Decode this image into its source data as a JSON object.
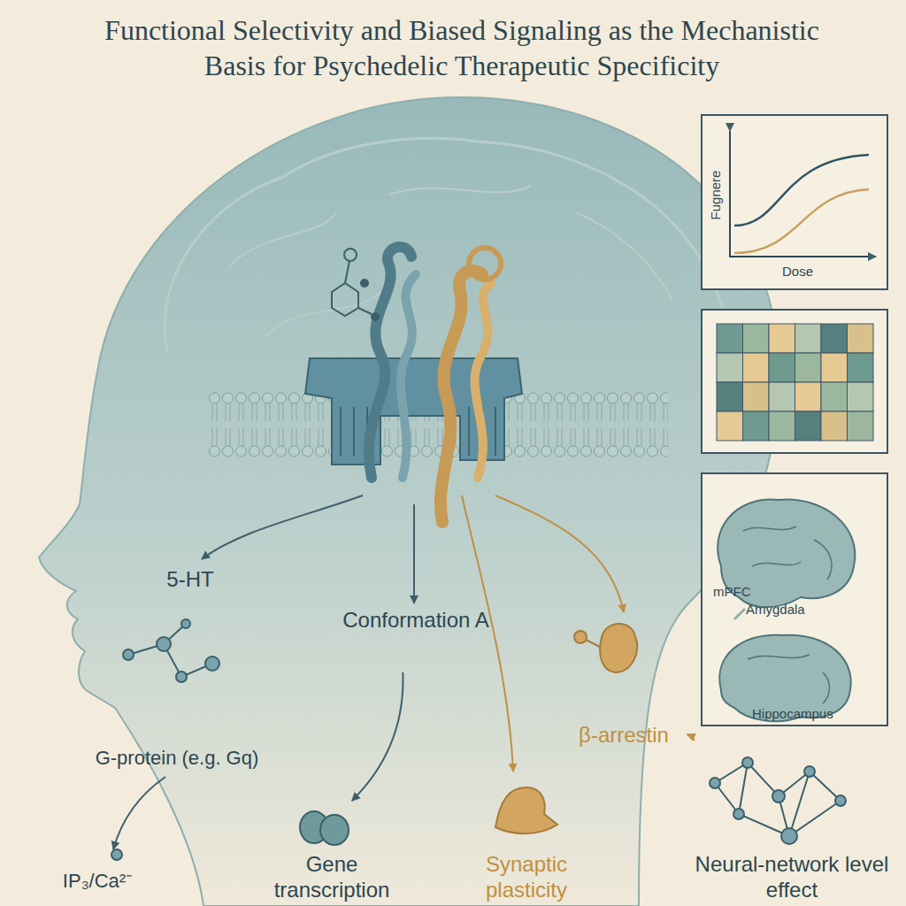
{
  "diagram": {
    "title": "Functional Selectivity and Biased Signaling as the Mechanistic Basis for Psychedelic Therapeutic Specificity",
    "nodes": [
      {
        "text": [
          "5-HT"
        ]
      },
      {
        "text": [
          "Conformation A"
        ]
      },
      {
        "text": [
          "β-arrestin"
        ]
      },
      {
        "text": [
          "G-protein (e.g. Gq)"
        ]
      },
      {
        "text": [
          "IP₃/Ca²⁻"
        ]
      },
      {
        "text": [
          "Gene transcription"
        ]
      },
      {
        "text": [
          "Synaptic plasticity"
        ]
      },
      {
        "text": [
          "Neural-network level effect"
        ]
      }
    ],
    "edges": [
      {
        "from": 3,
        "to": 4,
        "arrow": "to"
      },
      {
        "from": 1,
        "to": 5,
        "arrow": "to"
      },
      {
        "from": 2,
        "to": 7,
        "arrow": "to"
      }
    ],
    "labels": [
      "Fugnere",
      "Dose",
      "mPFC",
      "Amygdala",
      "Hippocampus"
    ]
  }
}
